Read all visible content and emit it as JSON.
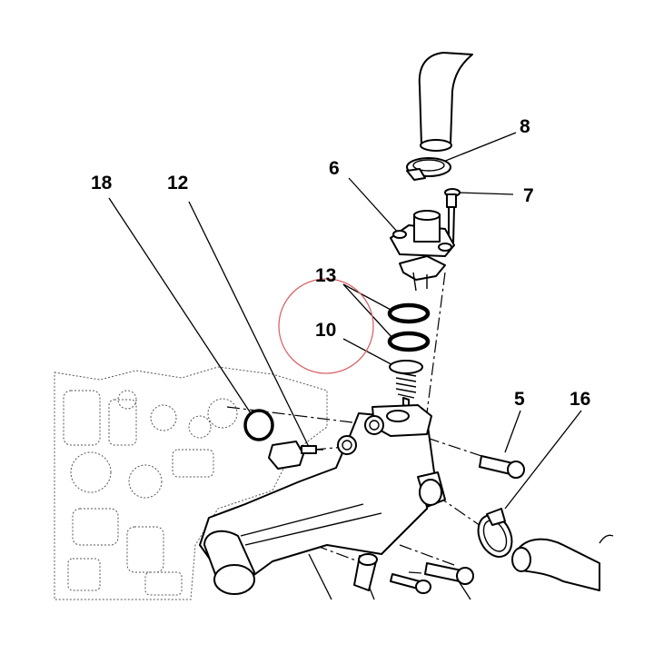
{
  "callouts": {
    "c8": "8",
    "c6": "6",
    "c7": "7",
    "c18": "18",
    "c12": "12",
    "c13": "13",
    "c10": "10",
    "c5": "5",
    "c16": "16"
  },
  "colors": {
    "line": "#000000",
    "highlight_circle": "#d9666a",
    "background": "#ffffff"
  }
}
